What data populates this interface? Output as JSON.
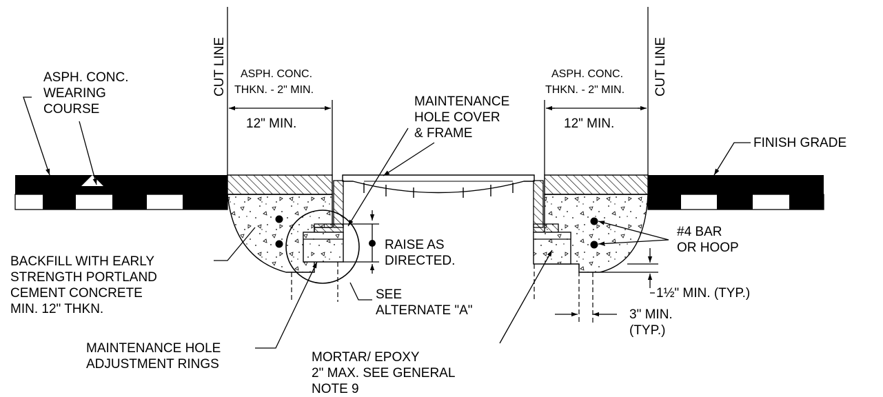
{
  "colors": {
    "ink": "#000000",
    "paper": "#ffffff"
  },
  "labels": {
    "cut_line": "CUT LINE",
    "asph_thkn_l1": "ASPH. CONC.",
    "asph_thkn_l2": "THKN. - 2\" MIN.",
    "twelve_min": "12\" MIN.",
    "wearing_l1": "ASPH. CONC.",
    "wearing_l2": "WEARING",
    "wearing_l3": "COURSE",
    "cover_l1": "MAINTENANCE",
    "cover_l2": "HOLE  COVER",
    "cover_l3": "& FRAME",
    "finish_grade": "FINISH  GRADE",
    "backfill_l1": "BACKFILL WITH  EARLY",
    "backfill_l2": "STRENGTH PORTLAND",
    "backfill_l3": "CEMENT  CONCRETE",
    "backfill_l4": "MIN. 12\" THKN.",
    "raise_l1": "RAISE AS",
    "raise_l2": "DIRECTED.",
    "see_l1": "SEE",
    "see_l2": "ALTERNATE  \"A\"",
    "bar_l1": "#4  BAR",
    "bar_l2": "OR  HOOP",
    "min_15": "1½\" MIN. (TYP.)",
    "min_3_l1": "3\" MIN.",
    "min_3_l2": "(TYP.)",
    "rings_l1": "MAINTENANCE  HOLE",
    "rings_l2": "ADJUSTMENT  RINGS",
    "mortar_l1": "MORTAR/ EPOXY",
    "mortar_l2": "2\" MAX. SEE  GENERAL",
    "mortar_l3": "NOTE  9"
  }
}
